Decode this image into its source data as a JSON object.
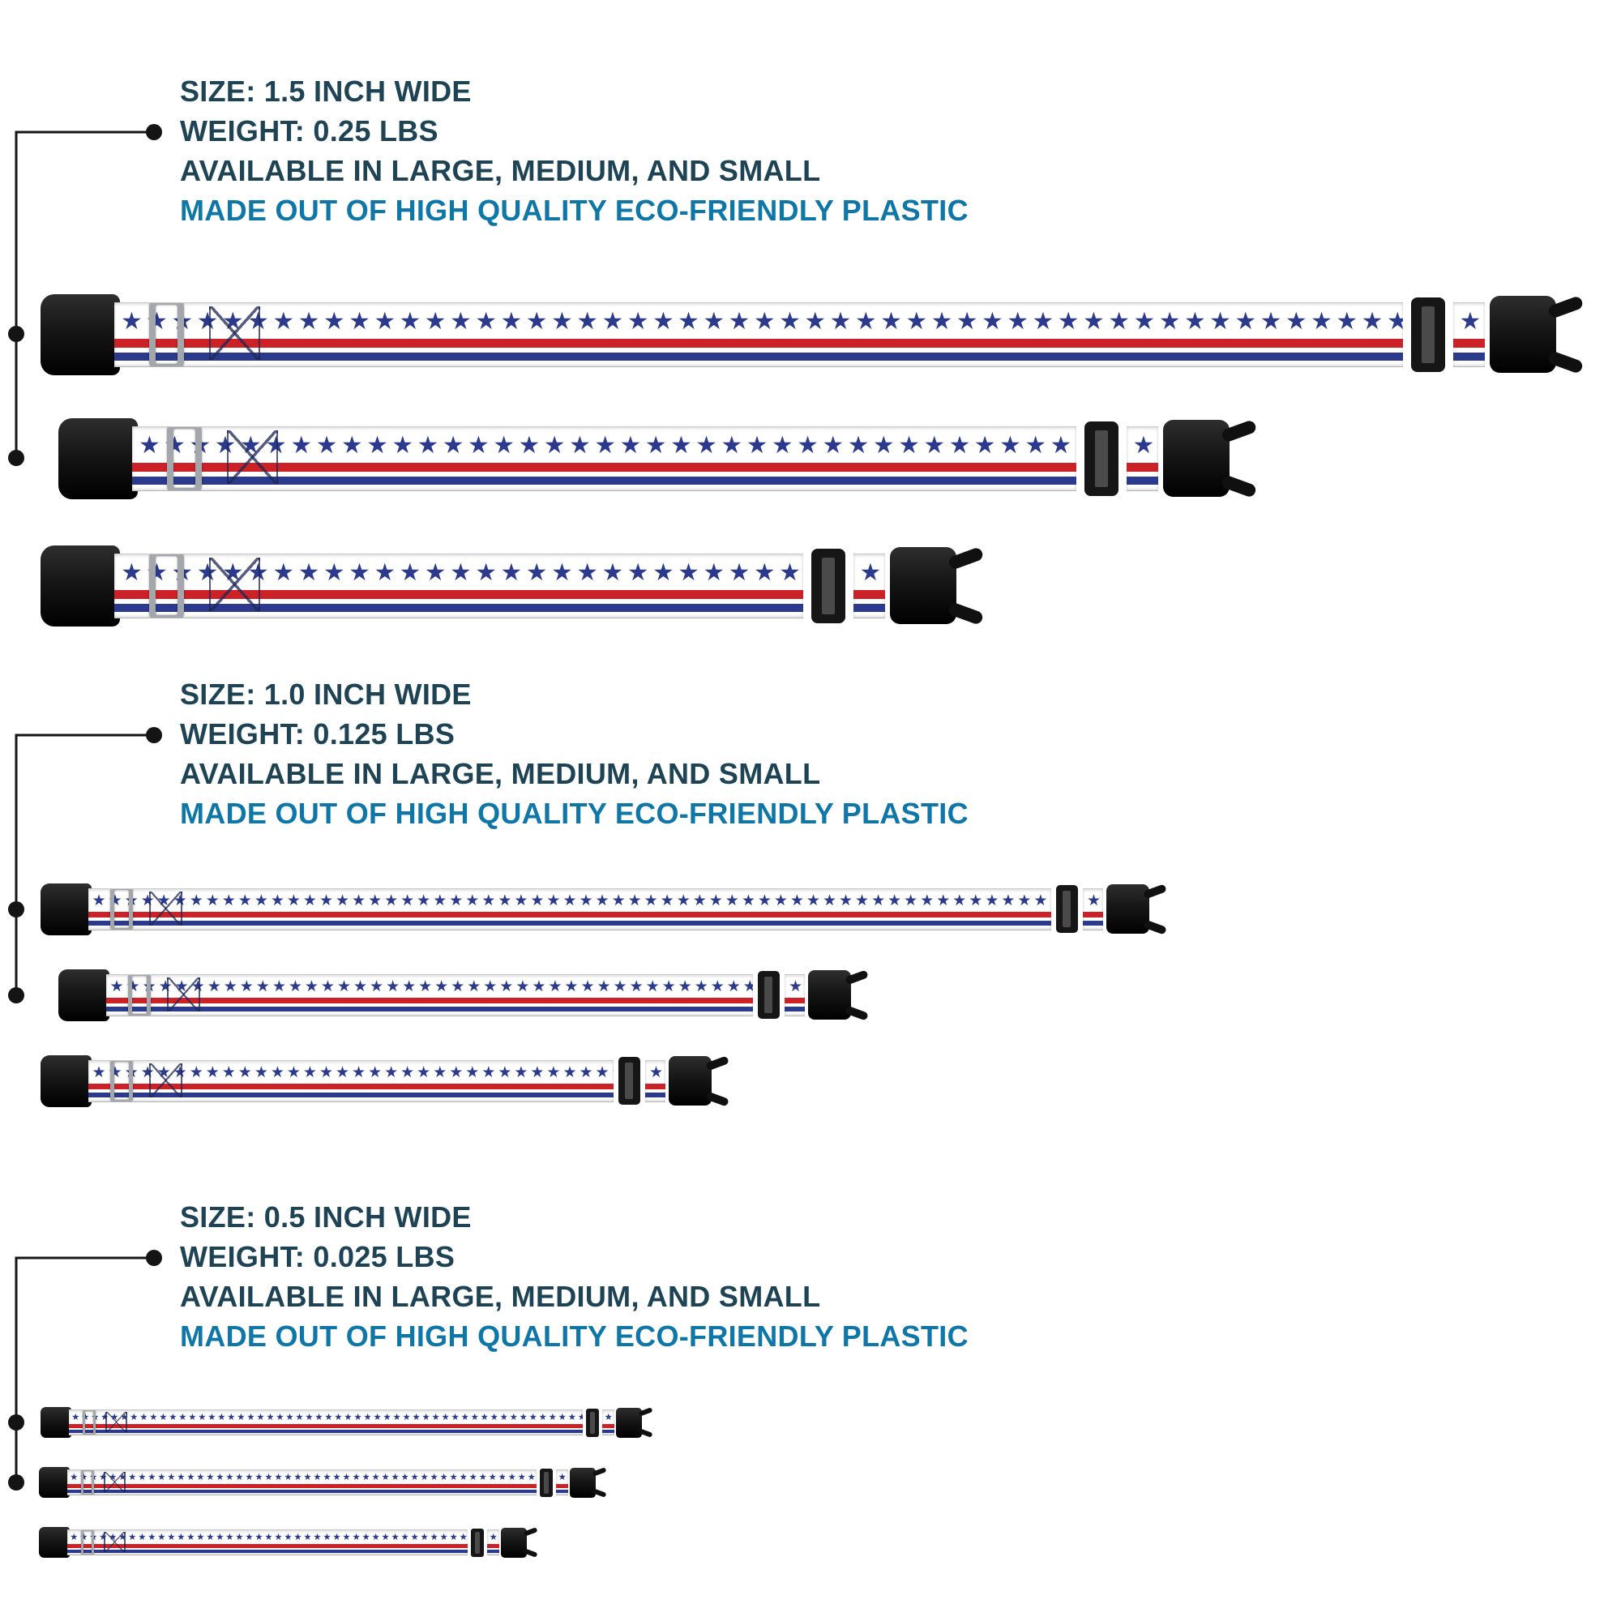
{
  "colors": {
    "heading_dark": "#1d4355",
    "heading_accent": "#0f76a8",
    "collar_red": "#cb2127",
    "collar_navy": "#2b3a8c",
    "hardware_black": "#161616",
    "dring_silver": "#a3a6ab"
  },
  "decoration": {
    "star_char": "★"
  },
  "sections": [
    {
      "size_label": "SIZE: 1.5 INCH WIDE",
      "weight_label": "WEIGHT: 0.25 LBS",
      "availability_label": "AVAILABLE IN LARGE, MEDIUM, AND SMALL",
      "material_label": "MADE OUT OF HIGH QUALITY ECO-FRIENDLY PLASTIC"
    },
    {
      "size_label": "SIZE: 1.0 INCH WIDE",
      "weight_label": "WEIGHT: 0.125 LBS",
      "availability_label": "AVAILABLE IN LARGE, MEDIUM, AND SMALL",
      "material_label": "MADE OUT OF HIGH QUALITY ECO-FRIENDLY PLASTIC"
    },
    {
      "size_label": "SIZE: 0.5 INCH WIDE",
      "weight_label": "WEIGHT: 0.025 LBS",
      "availability_label": "AVAILABLE IN LARGE, MEDIUM, AND SMALL",
      "material_label": "MADE OUT OF HIGH QUALITY ECO-FRIENDLY PLASTIC"
    }
  ]
}
